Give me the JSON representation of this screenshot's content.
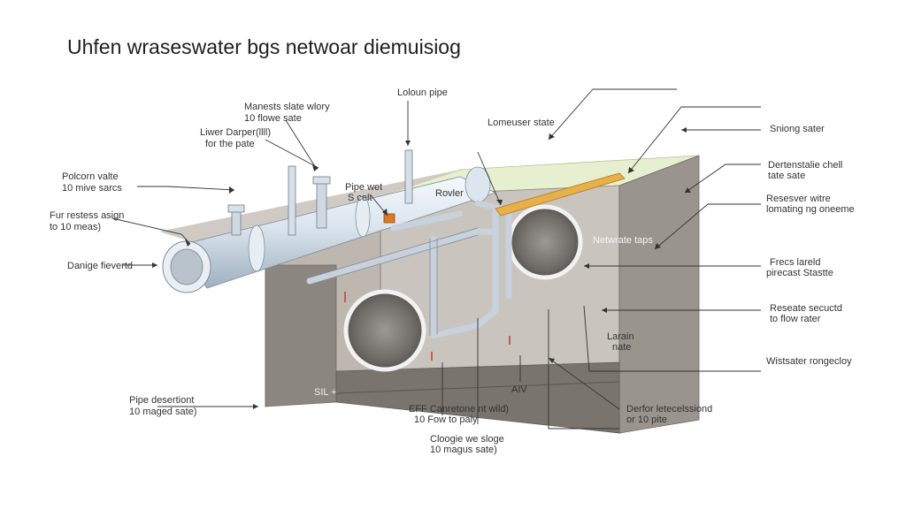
{
  "title": "Uhfen wraseswater bgs netwoar diemuisiog",
  "labels": {
    "l1": [
      "Polcorn valte",
      "10 mive sarcs"
    ],
    "l2": [
      "Fur restess asign",
      "to 10 meas)"
    ],
    "l3": [
      "Danige fievertd"
    ],
    "l4": [
      "Liwer Darper(llll)",
      "for the pate"
    ],
    "l5": [
      "Manests slate wlory",
      "10 flowe sate"
    ],
    "l6": [
      "Loloun pipe"
    ],
    "l7": [
      "Pipe wet",
      "S celt"
    ],
    "l8": [
      "Rovler"
    ],
    "l9": [
      "Lomeuser state"
    ],
    "l10": [
      "Sniong sater"
    ],
    "l11": [
      "Dertenstalie chell",
      "tate sate"
    ],
    "l12": [
      "Resesver witre",
      "lomating ng oneeme"
    ],
    "l13": [
      "Netwrate taps"
    ],
    "l14": [
      "Frecs lareld",
      "pirecast Stastte"
    ],
    "l15": [
      "Reseate secuctd",
      "to flow rater"
    ],
    "l16": [
      "Larain",
      "nate"
    ],
    "l17": [
      "Wistsater rongecloy"
    ],
    "l18": [
      "Derfor letecelssiond",
      "or 10 pite"
    ],
    "l19": [
      "AIV"
    ],
    "l20": [
      "EFF Canretone nt wild)",
      "10 Fow to paly"
    ],
    "l21": [
      "Cloogie we sloge",
      "10 magus sate)"
    ],
    "l22": [
      "SIL +"
    ],
    "l23": [
      "Pipe desertiont",
      "10 maged sate)"
    ]
  },
  "colors": {
    "pipe": "#dfe8f0",
    "pipe_shadow": "#a9b6c2",
    "wall": "#8f8983",
    "wall_dark": "#6e6963",
    "ground": "#e8f0d2",
    "accent_pipe": "#e0a33a",
    "valve": "#e07a20"
  }
}
